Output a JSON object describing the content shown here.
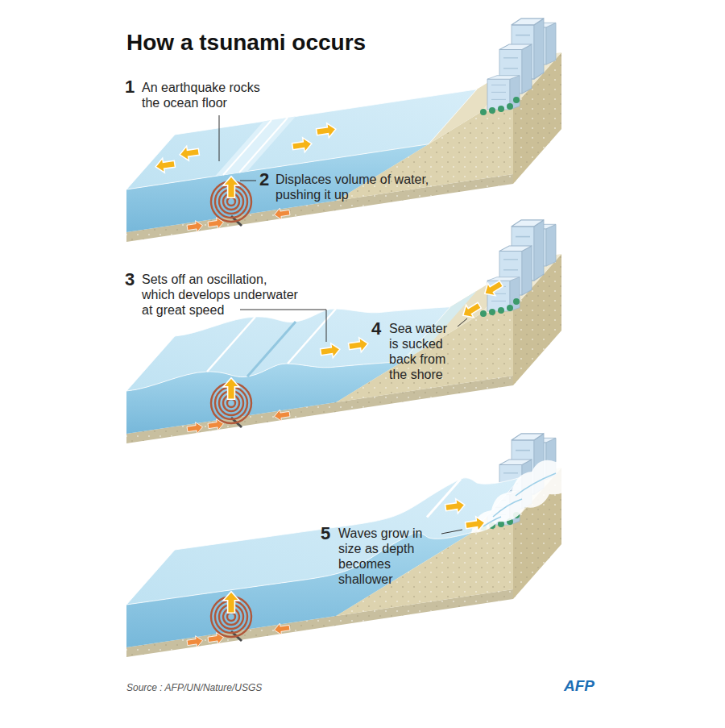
{
  "diagram": {
    "title": "How a tsunami occurs",
    "labels": [
      "1",
      "An earthquake rocks the ocean floor",
      "2",
      "Displaces volume of water, pushing it up",
      "3",
      "Sets off an oscillation, which develops underwater at great speed",
      "4",
      "Sea water is sucked back from the shore",
      "5",
      "Waves grow in size as depth becomes shallower",
      "Source : AFP/UN/Nature/USGS",
      "AFP"
    ]
  }
}
